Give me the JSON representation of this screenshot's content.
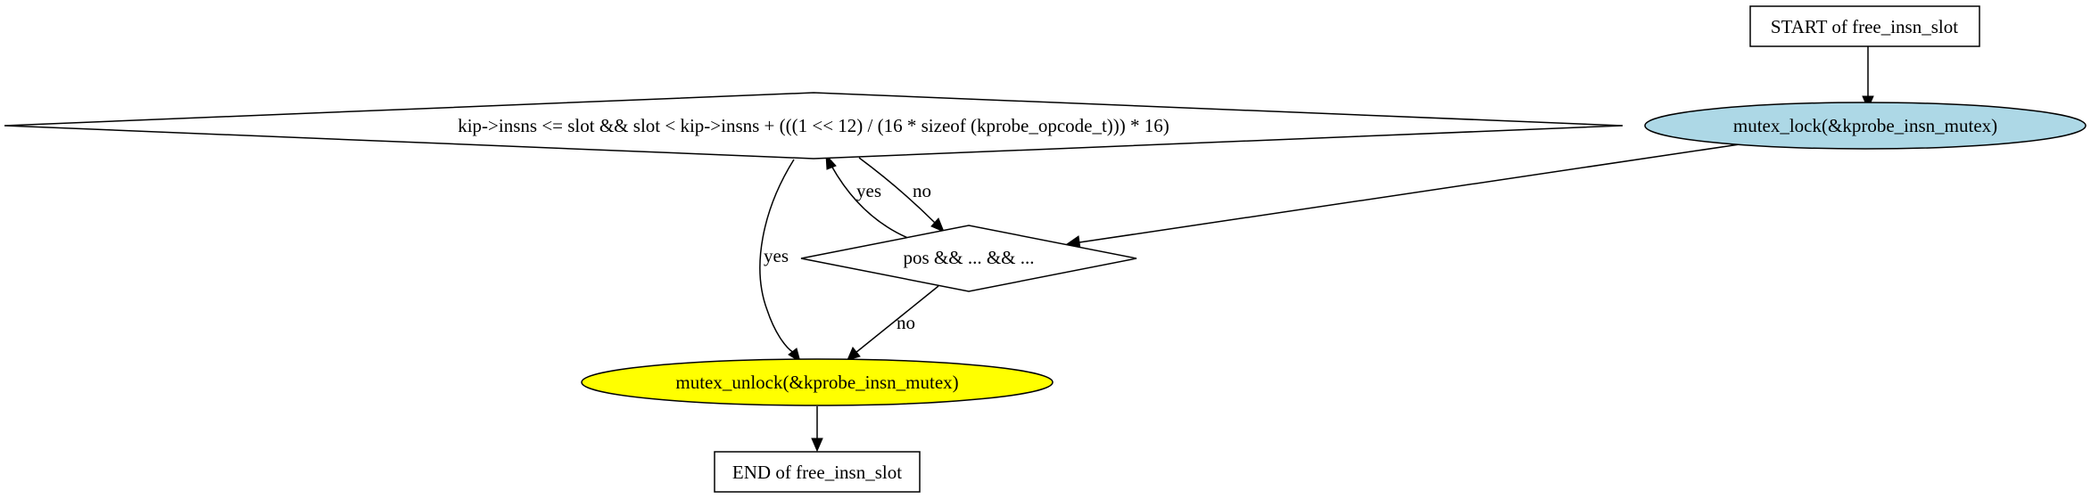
{
  "diagram": {
    "colors": {
      "background": "#ffffff",
      "stroke": "#000000",
      "lock_fill": "#add8e6",
      "unlock_fill": "#ffff00",
      "default_fill": "#ffffff"
    },
    "nodes": {
      "start": {
        "label": "START of free_insn_slot",
        "shape": "box"
      },
      "lock": {
        "label": "mutex_lock(&kprobe_insn_mutex)",
        "shape": "ellipse"
      },
      "loop_condition": {
        "label": "kip->insns <= slot && slot < kip->insns + (((1 << 12) / (16 * sizeof (kprobe_opcode_t))) * 16)",
        "shape": "diamond"
      },
      "pos_condition": {
        "label": "pos && ... && ...",
        "shape": "diamond"
      },
      "unlock": {
        "label": "mutex_unlock(&kprobe_insn_mutex)",
        "shape": "ellipse"
      },
      "end": {
        "label": "END of free_insn_slot",
        "shape": "box"
      }
    },
    "edges": [
      {
        "from": "start",
        "to": "lock",
        "label": ""
      },
      {
        "from": "lock",
        "to": "pos_condition",
        "label": ""
      },
      {
        "from": "loop_condition",
        "to": "pos_condition",
        "label": "no"
      },
      {
        "from": "pos_condition",
        "to": "loop_condition",
        "label": "yes"
      },
      {
        "from": "loop_condition",
        "to": "unlock",
        "label": "yes"
      },
      {
        "from": "pos_condition",
        "to": "unlock",
        "label": "no"
      },
      {
        "from": "unlock",
        "to": "end",
        "label": ""
      }
    ]
  }
}
